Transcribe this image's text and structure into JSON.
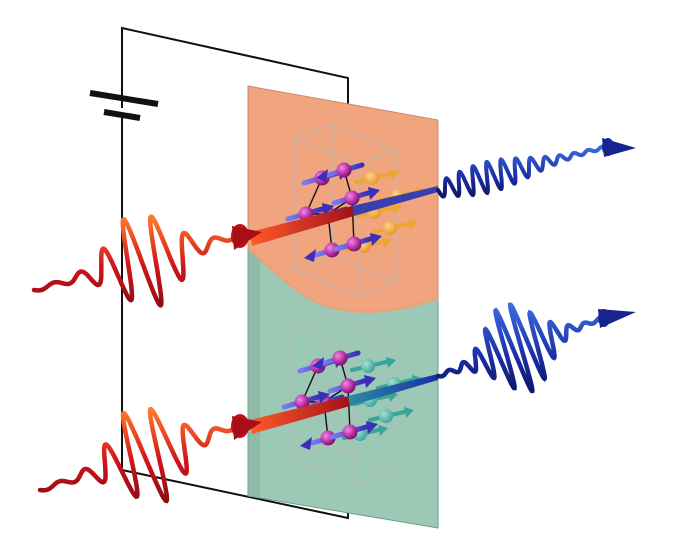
{
  "figure": {
    "background": "#ffffff",
    "colors": {
      "circuit_wire": "#111111",
      "battery": "#111111",
      "panel_top": "#f0a57e",
      "panel_top_edge": "#c98a6a",
      "panel_bottom": "#9cc9b5",
      "panel_bottom_edge": "#6f9f8c",
      "incident_pulse": "#d2151b",
      "incident_pulse_highlight": "#ff7a2a",
      "emitted_pulse": "#1a2ea8",
      "emitted_pulse_highlight": "#3c6be0",
      "atom": "#a0208f",
      "atom_highlight": "#f08be0",
      "spin_arrow": "#5a52d8",
      "spin_arrow_top_rear": "#f0a530",
      "spin_arrow_bottom_rear": "#3aa39a",
      "lattice_bond": "#111111",
      "unit_cell_outline": "#b9b9b9"
    },
    "icons": [
      "battery-icon",
      "circuit-wire",
      "incident-light-pulse",
      "emitted-light-pulse",
      "magnetic-crystal-panel",
      "atom",
      "spin-arrow",
      "unit-cell"
    ],
    "components": {
      "panel_top": {
        "state": "higher-voltage"
      },
      "panel_bottom": {
        "state": "lower-voltage"
      },
      "incident_pulses": {
        "count": 2
      },
      "emitted_pulses": [
        {
          "position": "upper",
          "amplitude": "weak"
        },
        {
          "position": "lower",
          "amplitude": "strong"
        }
      ]
    }
  }
}
